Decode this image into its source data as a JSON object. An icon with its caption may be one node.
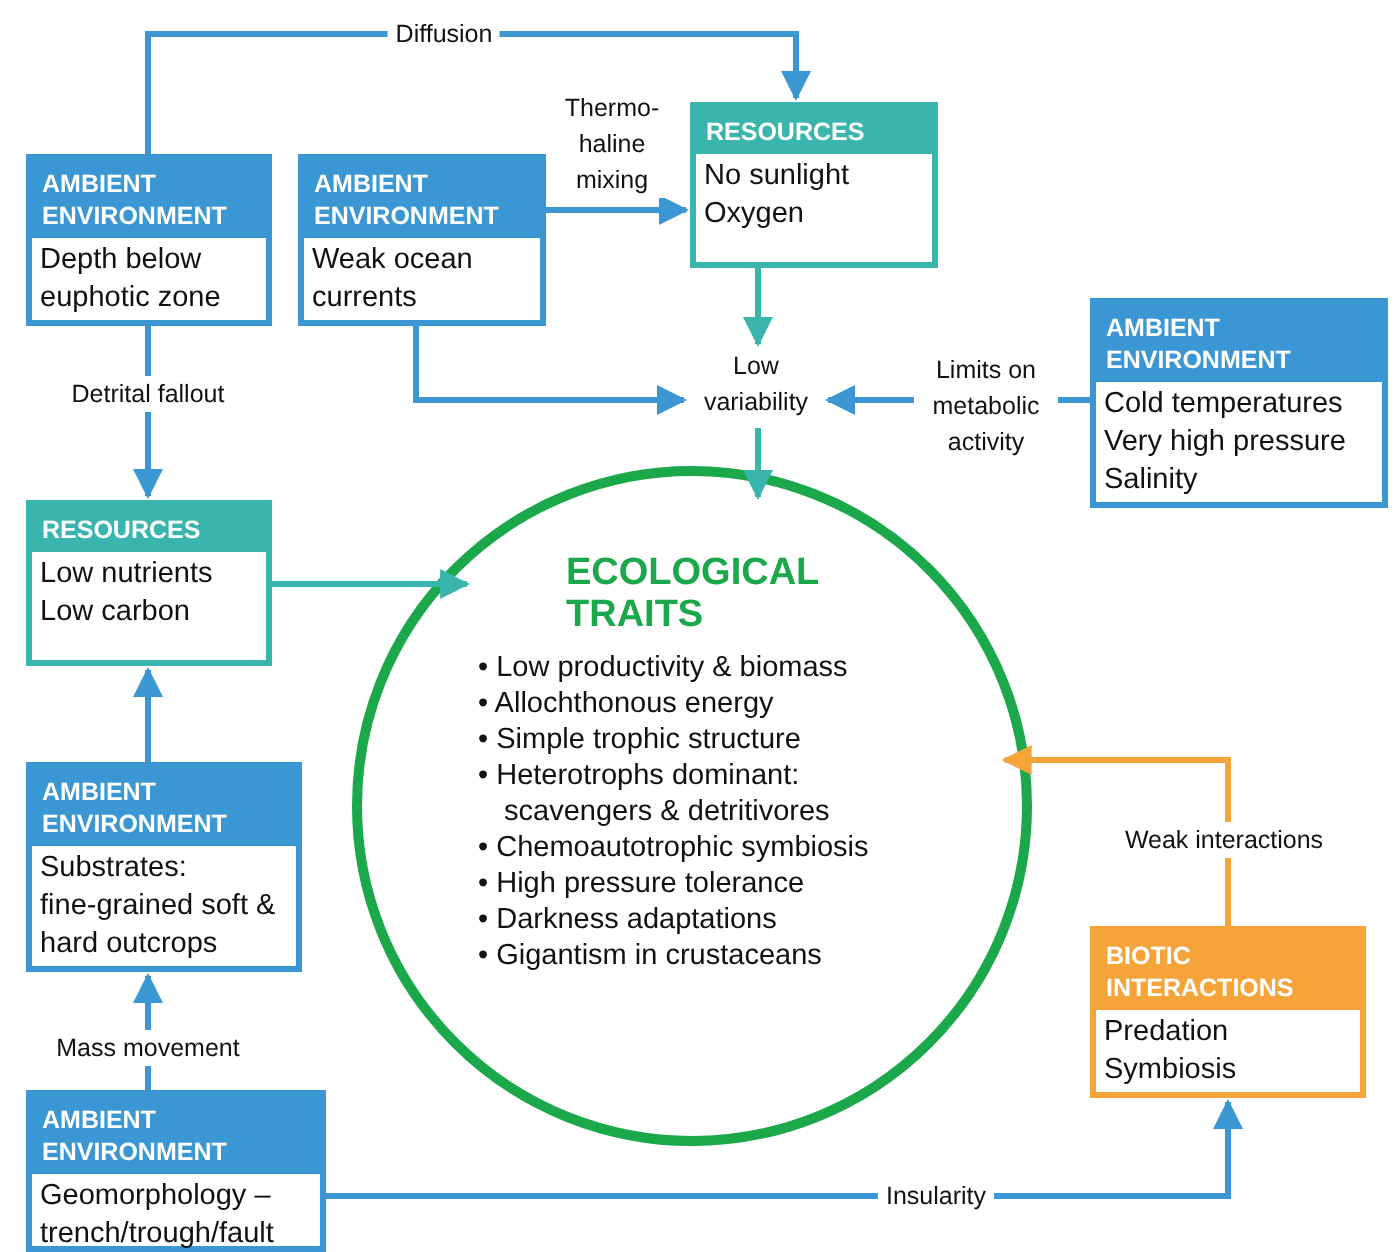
{
  "diagram": {
    "nodes": [
      {
        "text": [
          "AMBIENT ENVIRONMENT",
          "Depth below euphotic zone"
        ]
      },
      {
        "text": [
          "AMBIENT ENVIRONMENT",
          "Weak ocean currents"
        ]
      },
      {
        "text": [
          "RESOURCES",
          "No sunlight Oxygen"
        ]
      },
      {
        "text": [
          "Low variability"
        ]
      },
      {
        "text": [
          "AMBIENT ENVIRONMENT",
          "Cold temperatures Very high pressure Salinity"
        ]
      },
      {
        "text": [
          "RESOURCES",
          "Low nutrients Low carbon"
        ]
      },
      {
        "text": [
          "ECOLOGICAL TRAITS",
          "• Low productivity & biomass",
          "• Allochthonous energy",
          "• Simple trophic structure",
          "• Heterotrophs dominant: scavengers & detritivores",
          "• Chemoautotrophic symbiosis",
          "• High pressure tolerance",
          "• Darkness adaptations",
          "• Gigantism in crustaceans"
        ]
      },
      {
        "text": [
          "AMBIENT ENVIRONMENT",
          "Substrates: fine-grained soft & hard outcrops"
        ]
      },
      {
        "text": [
          "BIOTIC INTERACTIONS",
          "Predation Symbiosis"
        ]
      },
      {
        "text": [
          "AMBIENT ENVIRONMENT",
          "Geomorphology – trench/trough/fault"
        ]
      }
    ],
    "edges": [
      {
        "from": 0,
        "to": 2,
        "arrow": "to",
        "label": "Diffusion"
      },
      {
        "from": 1,
        "to": 2,
        "arrow": "to",
        "label": "Thermo-haline mixing"
      },
      {
        "from": 0,
        "to": 5,
        "arrow": "to",
        "label": "Detrital fallout"
      },
      {
        "from": 1,
        "to": 3,
        "arrow": "to"
      },
      {
        "from": 2,
        "to": 3,
        "arrow": "to",
        "color": "#3ab5ad"
      },
      {
        "from": 4,
        "to": 3,
        "arrow": "to",
        "label": "Limits on metabolic activity"
      },
      {
        "from": 3,
        "to": 6,
        "arrow": "to",
        "color": "#3ab5ad"
      },
      {
        "from": 5,
        "to": 6,
        "arrow": "to",
        "color": "#3ab5ad"
      },
      {
        "from": 7,
        "to": 5,
        "arrow": "to"
      },
      {
        "from": 9,
        "to": 7,
        "arrow": "to",
        "label": "Mass movement"
      },
      {
        "from": 9,
        "to": 8,
        "arrow": "to",
        "label": "Insularity"
      },
      {
        "from": 8,
        "to": 6,
        "arrow": "to",
        "label": "Weak interactions",
        "color": "#f5a43a"
      }
    ]
  }
}
